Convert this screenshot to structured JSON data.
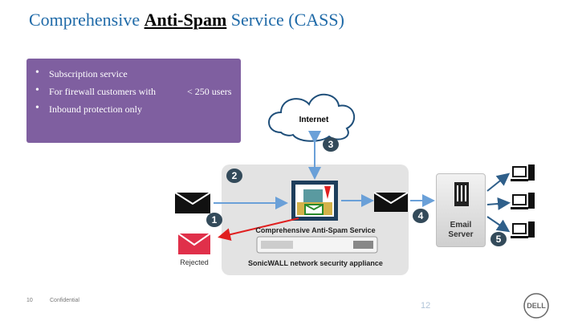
{
  "slide": {
    "title_before": "Comprehensive ",
    "title_highlight": "Anti-Spam",
    "title_after": " Service (CASS)"
  },
  "bullets": [
    "Subscription service",
    "For firewall customers with",
    "Inbound protection only"
  ],
  "bullet_extra": "< 250 users",
  "diagram": {
    "internet_label": "Internet",
    "service_label": "Comprehensive Anti-Spam Service",
    "appliance_label": "SonicWALL network security appliance",
    "email_server_label_line1": "Email",
    "email_server_label_line2": "Server",
    "rejected_label": "Rejected",
    "step_numbers": [
      "1",
      "2",
      "3",
      "4",
      "5"
    ]
  },
  "footer": {
    "left_number": "10",
    "confidential": "Confidential",
    "page_number": "12",
    "logo_text": "DELL"
  },
  "colors": {
    "title": "#1f6aa8",
    "bullet_box": "#7f5fa0",
    "flow_arrow": "#6aa0d8",
    "reject_arrow": "#e02020",
    "step_badge": "#334a5a"
  }
}
